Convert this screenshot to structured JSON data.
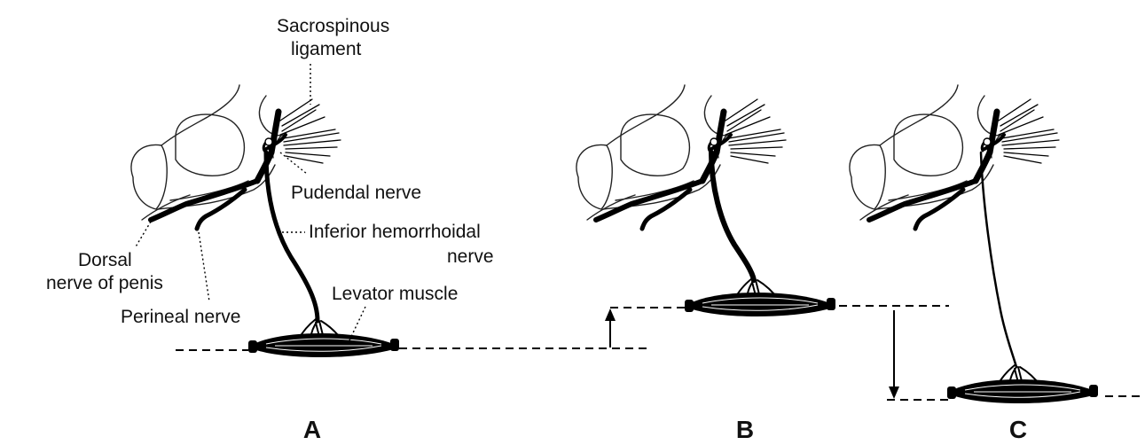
{
  "labels": {
    "sacrospinous_line1": "Sacrospinous",
    "sacrospinous_line2": "ligament",
    "pudendal": "Pudendal nerve",
    "inferior_line1": "Inferior hemorrhoidal",
    "inferior_line2": "nerve",
    "dorsal_line1": "Dorsal",
    "dorsal_line2": "nerve of penis",
    "perineal": "Perineal nerve",
    "levator": "Levator muscle"
  },
  "panels": [
    "A",
    "B",
    "C"
  ]
}
